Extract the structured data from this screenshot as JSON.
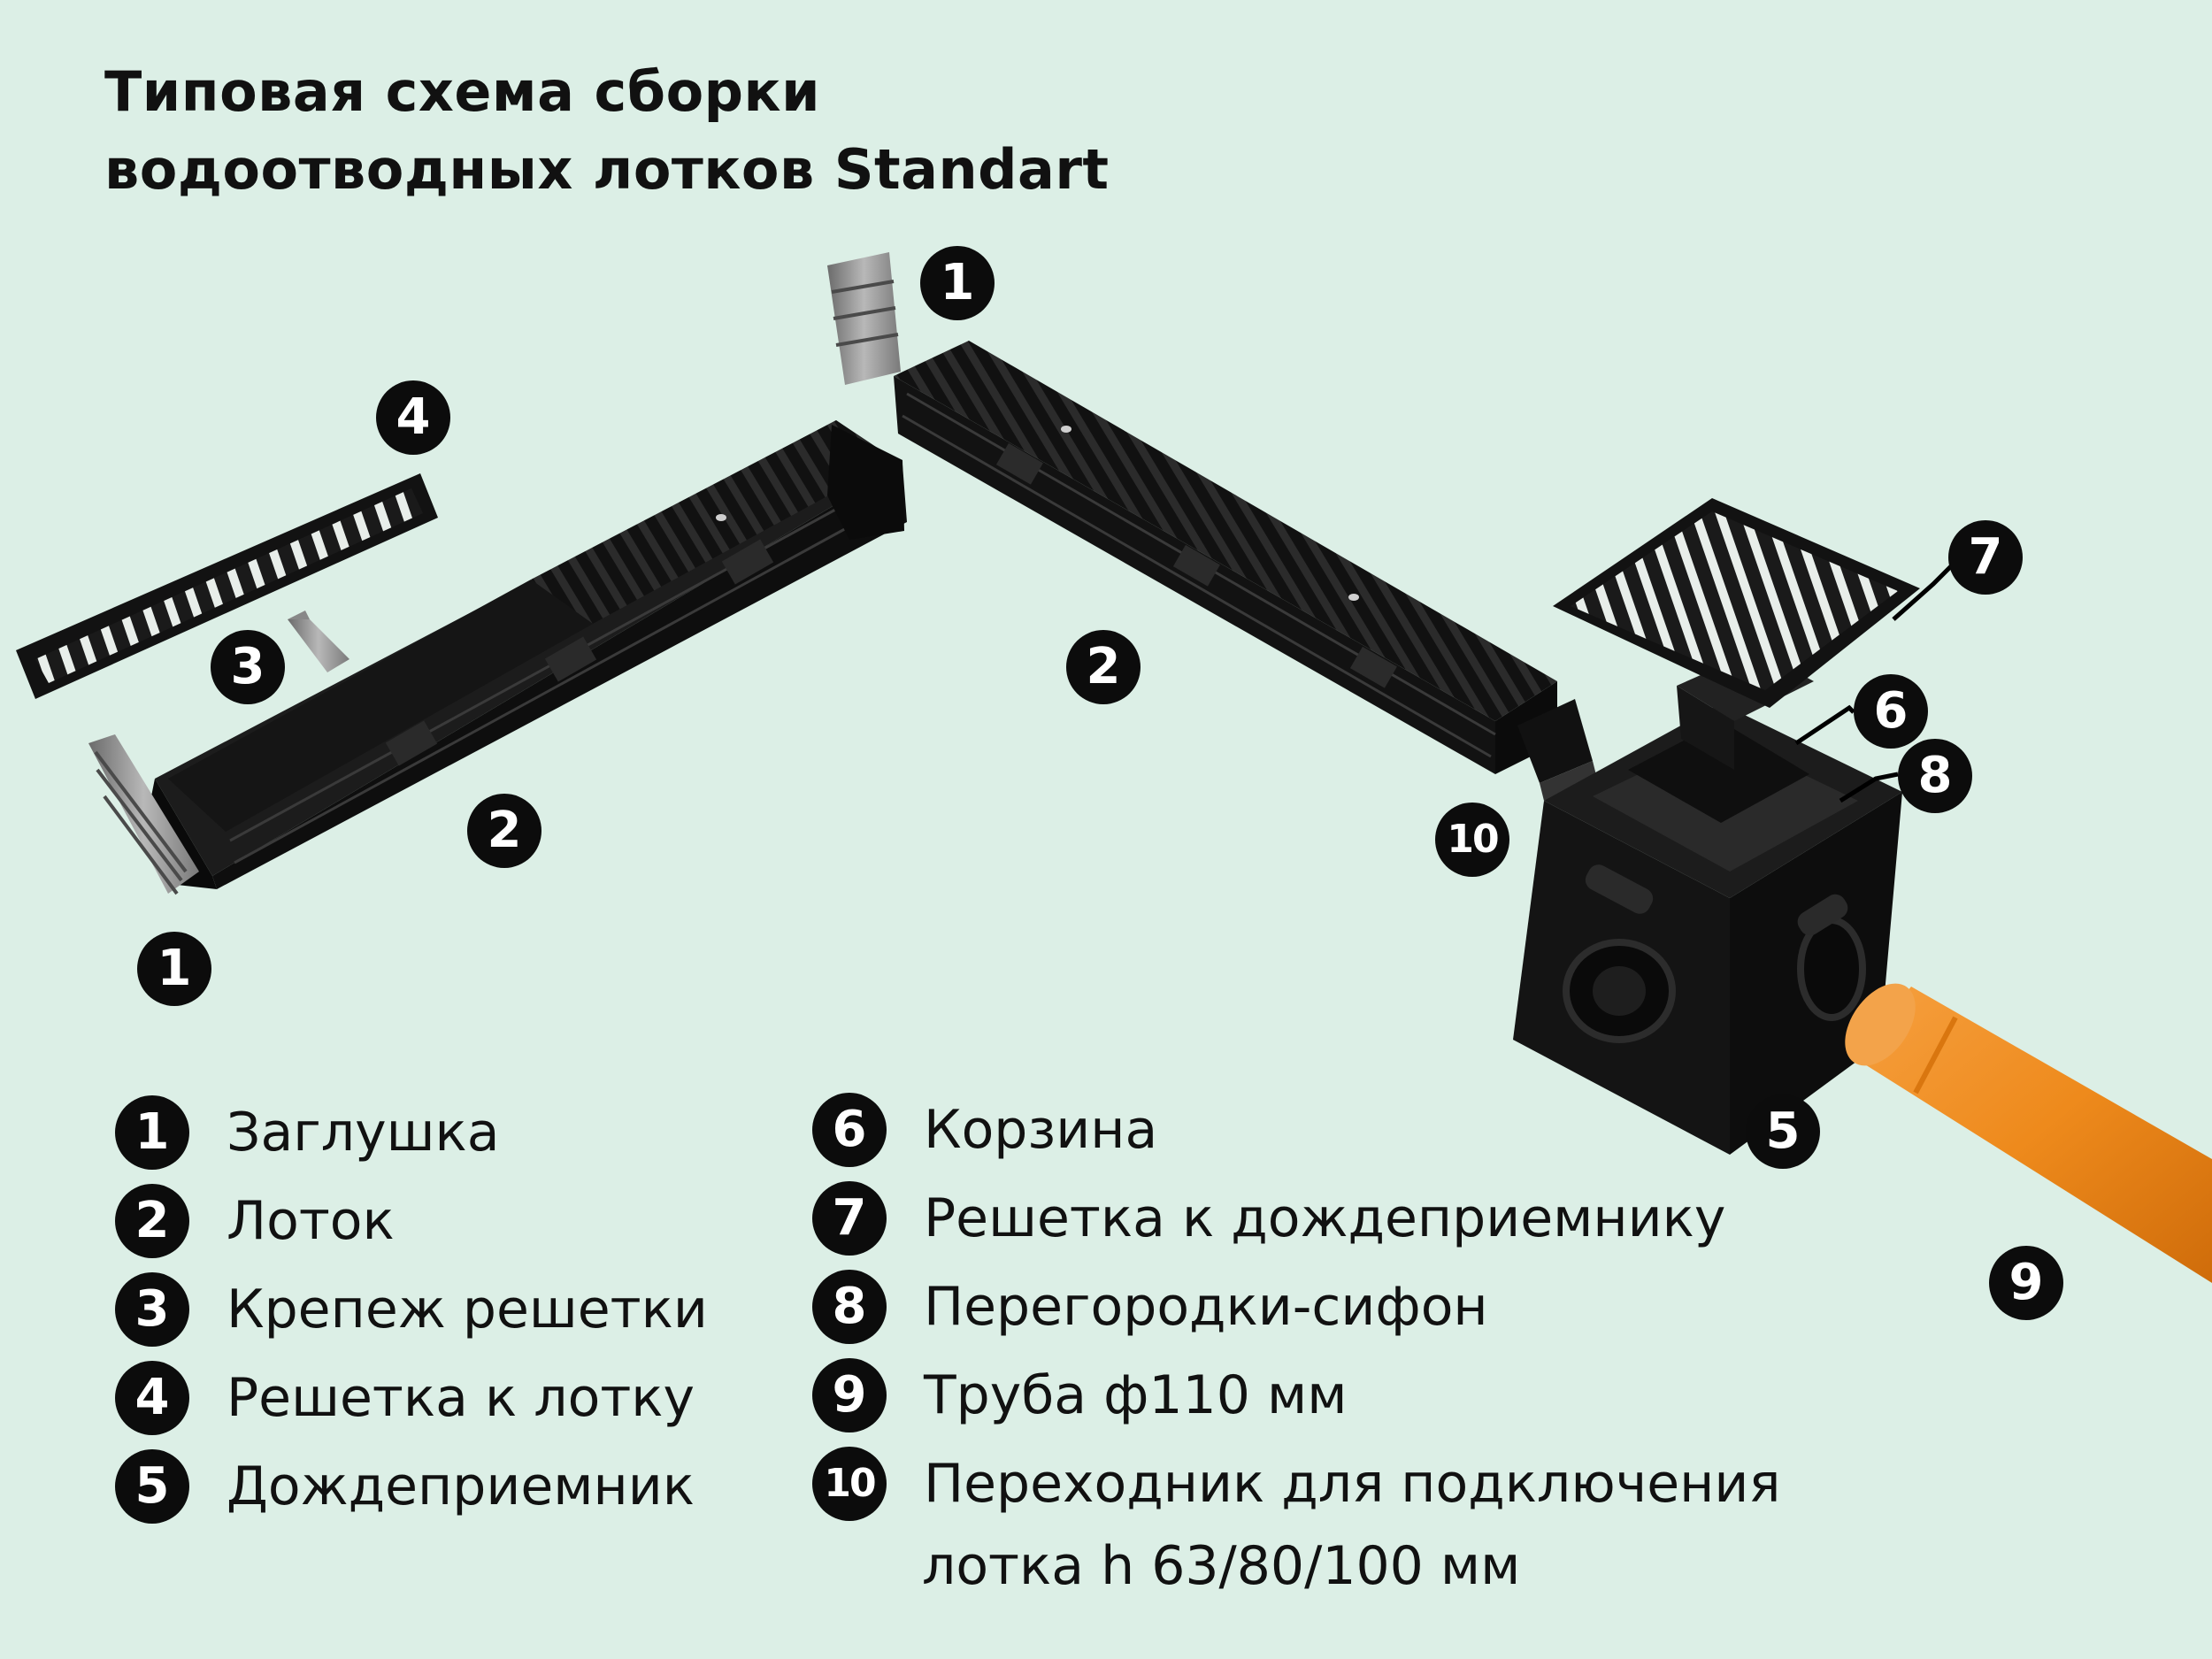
{
  "title": {
    "line1": "Типовая схема сборки",
    "line2": "водоотводных лотков Standart"
  },
  "callouts": {
    "c1_top": "1",
    "c1_bottom": "1",
    "c2_left": "2",
    "c2_right": "2",
    "c3": "3",
    "c4": "4",
    "c5": "5",
    "c6": "6",
    "c7": "7",
    "c8": "8",
    "c9": "9",
    "c10": "10"
  },
  "legend": [
    {
      "num": "1",
      "label": "Заглушка"
    },
    {
      "num": "2",
      "label": "Лоток"
    },
    {
      "num": "3",
      "label": "Крепеж решетки"
    },
    {
      "num": "4",
      "label": "Решетка к лотку"
    },
    {
      "num": "5",
      "label": "Дождеприемник"
    },
    {
      "num": "6",
      "label": "Корзина"
    },
    {
      "num": "7",
      "label": "Решетка к дождеприемнику"
    },
    {
      "num": "8",
      "label": "Перегородки-сифон"
    },
    {
      "num": "9",
      "label": "Труба ф110 мм"
    },
    {
      "num": "10",
      "label": "Переходник для подключения",
      "label_line2": "лотка h 63/80/100 мм"
    }
  ],
  "colors": {
    "background": "#dcefe6",
    "product": "#141414",
    "pipe": "#f08a1c",
    "metal": "#9a9a9a"
  }
}
